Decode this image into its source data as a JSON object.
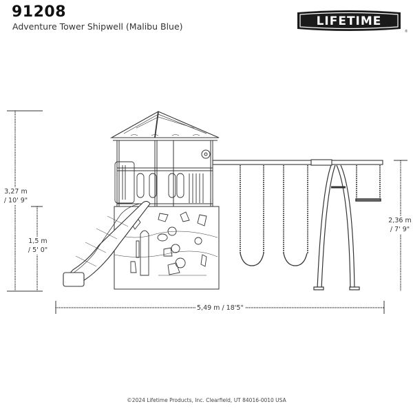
{
  "header": {
    "model_number": "91208",
    "product_name": "Adventure Tower Shipwell (Malibu Blue)"
  },
  "logo": {
    "brand": "LIFETIME",
    "trademark": "®",
    "colors": {
      "fill": "#1a1a1a",
      "text": "#ffffff"
    }
  },
  "dimensions": {
    "total_height": {
      "metric": "3,27 m",
      "imperial": "/ 10' 9\""
    },
    "deck_height": {
      "metric": "1,5 m",
      "imperial": "/ 5' 0\""
    },
    "swing_beam_height": {
      "metric": "2,36 m",
      "imperial": "/ 7' 9\""
    },
    "total_width": {
      "label": "5,49 m / 18'5\""
    }
  },
  "drawing": {
    "components": [
      "roof",
      "tower",
      "slide",
      "climbing-wall",
      "swing-beam",
      "belt-swing-1",
      "belt-swing-2",
      "a-frame-leg",
      "trapeze-bar"
    ],
    "line_color": "#333333"
  },
  "footer": {
    "copyright": "©2024 Lifetime Products, Inc. Clearfield, UT 84016-0010 USA"
  }
}
